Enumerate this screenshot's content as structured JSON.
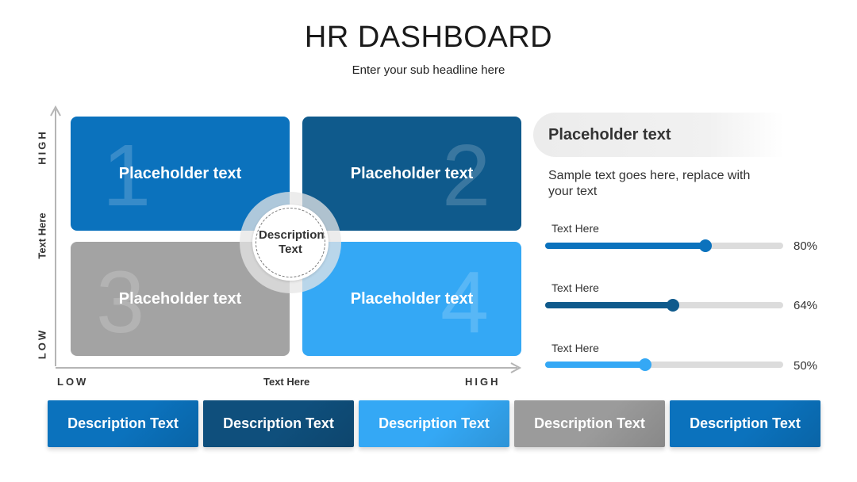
{
  "header": {
    "title": "HR DASHBOARD",
    "subtitle": "Enter your sub headline here"
  },
  "matrix": {
    "y_axis": {
      "high": "HIGH",
      "mid": "Text Here",
      "low": "LOW"
    },
    "x_axis": {
      "low": "LOW",
      "mid": "Text Here",
      "high": "HIGH"
    },
    "center": "Description Text",
    "quadrants": [
      {
        "number": "1",
        "text": "Placeholder text",
        "color": "#0B72BD"
      },
      {
        "number": "2",
        "text": "Placeholder text",
        "color": "#0F5A8C"
      },
      {
        "number": "3",
        "text": "Placeholder text",
        "color": "#A3A3A3"
      },
      {
        "number": "4",
        "text": "Placeholder text",
        "color": "#34A8F5"
      }
    ]
  },
  "panel": {
    "heading": "Placeholder text",
    "description": "Sample text goes here, replace with your text",
    "bars": [
      {
        "label": "Text Here",
        "value": 80,
        "display": "80%",
        "color": "#0B72BD"
      },
      {
        "label": "Text Here",
        "value": 64,
        "display": "64%",
        "color": "#0F5A8C"
      },
      {
        "label": "Text Here",
        "value": 50,
        "display": "50%",
        "color": "#34A8F5"
      }
    ]
  },
  "buttons": [
    {
      "label": "Description Text",
      "color": "#0B72BD"
    },
    {
      "label": "Description Text",
      "color": "#0F4F7C"
    },
    {
      "label": "Description Text",
      "color": "#34A8F5"
    },
    {
      "label": "Description Text",
      "color": "#9B9B9B"
    },
    {
      "label": "Description Text",
      "color": "#0B72BD"
    }
  ]
}
